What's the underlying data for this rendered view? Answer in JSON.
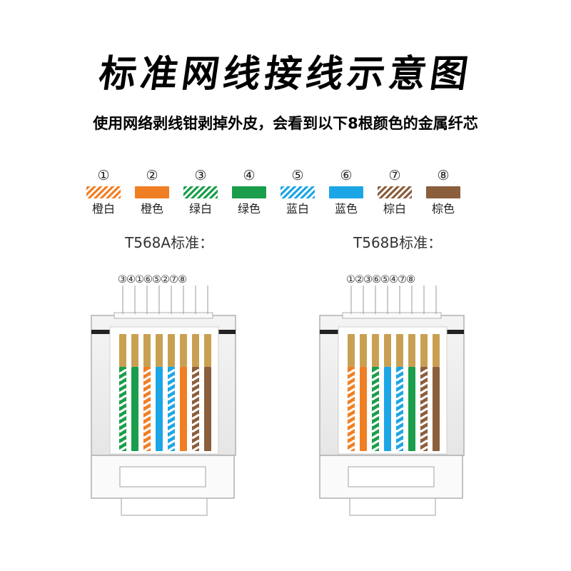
{
  "title": "标准网线接线示意图",
  "subtitle": "使用网络剥线钳剥掉外皮，会看到以下8根颜色的金属纤芯",
  "legend": [
    {
      "num": "①",
      "label": "橙白",
      "color": "#f07f23",
      "striped": true
    },
    {
      "num": "②",
      "label": "橙色",
      "color": "#f07f23",
      "striped": false
    },
    {
      "num": "③",
      "label": "绿白",
      "color": "#1a9e4b",
      "striped": true
    },
    {
      "num": "④",
      "label": "绿色",
      "color": "#1a9e4b",
      "striped": false
    },
    {
      "num": "⑤",
      "label": "蓝白",
      "color": "#1ca6e6",
      "striped": true
    },
    {
      "num": "⑥",
      "label": "蓝色",
      "color": "#1ca6e6",
      "striped": false
    },
    {
      "num": "⑦",
      "label": "棕白",
      "color": "#8b5e3c",
      "striped": true
    },
    {
      "num": "⑧",
      "label": "棕色",
      "color": "#8b5e3c",
      "striped": false
    }
  ],
  "standards": {
    "a": {
      "label": "T568A标准：",
      "order_text": "③④①⑥⑤②⑦⑧",
      "order": [
        3,
        4,
        1,
        6,
        5,
        2,
        7,
        8
      ]
    },
    "b": {
      "label": "T568B标准：",
      "order_text": "①②③⑥⑤④⑦⑧",
      "order": [
        1,
        2,
        3,
        6,
        5,
        4,
        7,
        8
      ]
    }
  },
  "colors": {
    "pin_gold": "#c9a052",
    "plug_outline": "#b0b0b0"
  }
}
